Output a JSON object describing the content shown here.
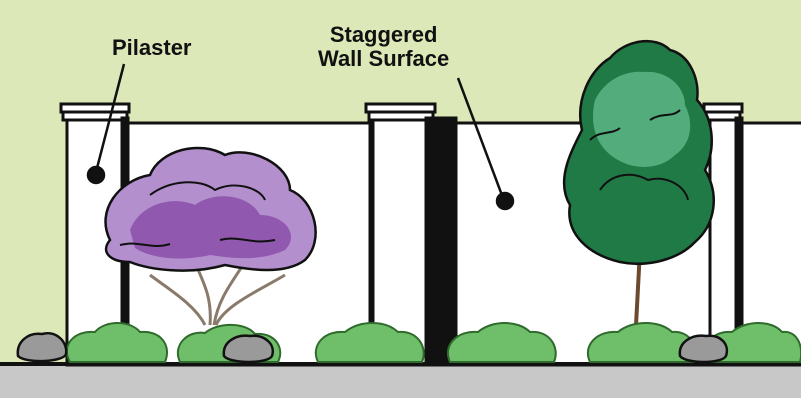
{
  "labels": {
    "pilaster": "Pilaster",
    "staggered_line1": "Staggered",
    "staggered_line2": "Wall Surface"
  },
  "colors": {
    "sky": "#dde8b9",
    "wall": "#ffffff",
    "outline": "#111111",
    "ground": "#c8c8c8",
    "purple_tree": "#9b63b5",
    "green_tree": "#2e8b57",
    "shrub": "#6fbf6a",
    "rock": "#9a9a9a"
  },
  "icons": [
    "purple-flowering-tree-icon",
    "green-tree-icon",
    "shrub-icon",
    "rock-icon"
  ]
}
